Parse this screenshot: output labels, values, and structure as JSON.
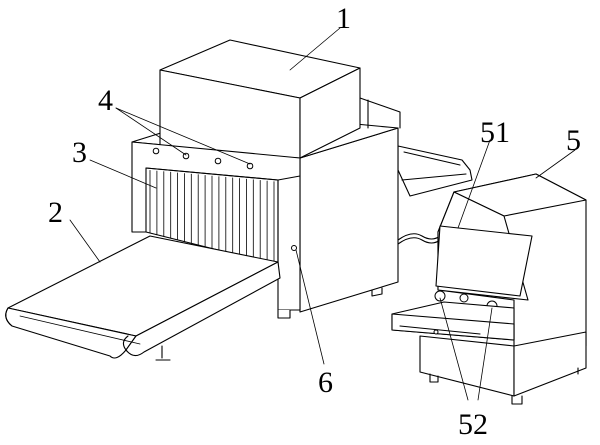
{
  "labels": {
    "l1": "1",
    "l2": "2",
    "l3": "3",
    "l4": "4",
    "l5": "5",
    "l51": "51",
    "l52": "52",
    "l6": "6"
  }
}
